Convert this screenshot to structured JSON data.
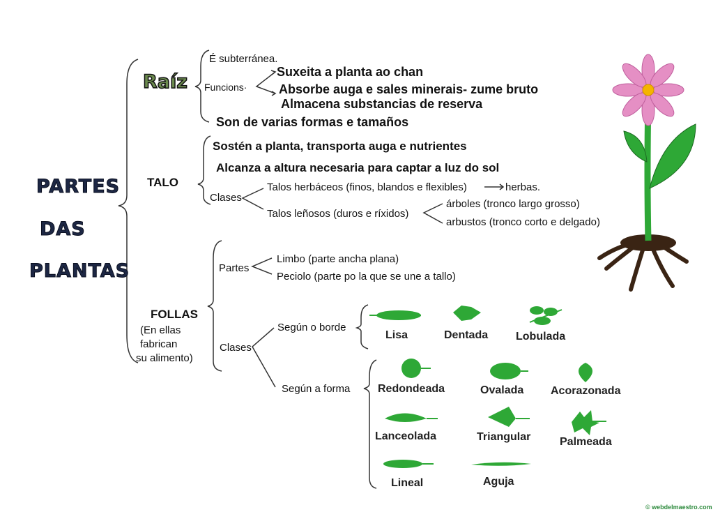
{
  "title": [
    "PARTES",
    "DAS",
    "PLANTAS"
  ],
  "raiz": {
    "label": "Raíz",
    "subterranea": "É subterránea.",
    "funcions": "Funcions·",
    "functions": [
      "Suxeita a planta ao chan",
      "Absorbe auga e sales minerais- zume bruto",
      "Almacena substancias de reserva"
    ],
    "formas": "Son de varias formas e tamaños"
  },
  "talo": {
    "label": "TALO",
    "items": [
      "Sostén a planta, transporta auga e nutrientes",
      "Alcanza a altura necesaria para captar a luz do sol"
    ],
    "clases": "Clases",
    "herbaceos": "Talos herbáceos (finos, blandos e flexibles)",
    "herbas": "herbas.",
    "lenosos": "Talos leñosos (duros e ríxidos)",
    "arbores": "árboles (tronco largo  grosso)",
    "arbustos": "arbustos (tronco corto e delgado)"
  },
  "follas": {
    "label": "FOLLAS",
    "note": [
      "(En ellas",
      "fabrican",
      "su alimento)"
    ],
    "partes": "Partes",
    "limbo": "Limbo (parte ancha   plana)",
    "peciolo": "Peciolo (parte po  la que se une a  tallo)",
    "clases": "Clases",
    "borde": "Según o borde",
    "forma": "Según  a forma",
    "borde_types": [
      "Lisa",
      "Dentada",
      "Lobulada"
    ],
    "forma_types": [
      "Redondeada",
      "Ovalada",
      "Acorazonada",
      "Lanceolada",
      "Triangular",
      "Palmeada",
      "Lineal",
      "Aguja"
    ]
  },
  "watermark": "© webdelmaestro.com",
  "colors": {
    "leaf": "#2ea836",
    "petal": "#e58fc4",
    "center": "#f5b400",
    "root": "#3a2414"
  }
}
